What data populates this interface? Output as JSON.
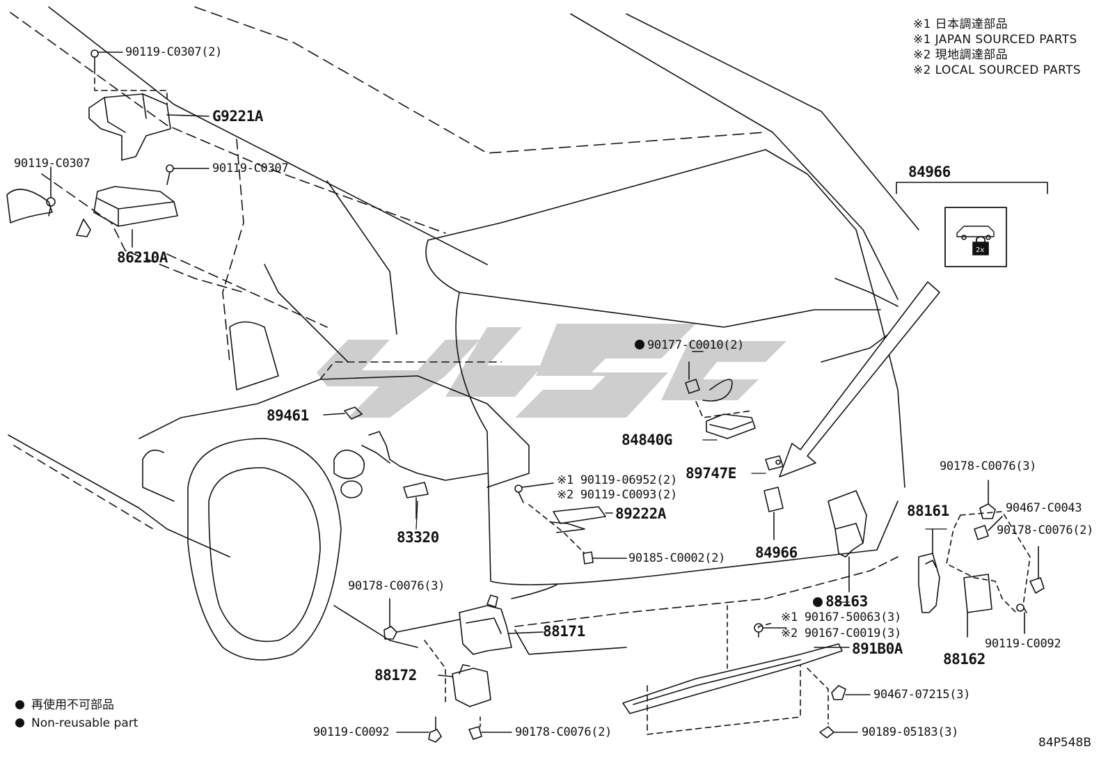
{
  "notes": [
    "※1 日本調達部品",
    "※1 JAPAN SOURCED PARTS",
    "※2 現地調達部品",
    "※2 LOCAL SOURCED PARTS"
  ],
  "legend": {
    "jp": "再使用不可部品",
    "en": "Non-reusable part"
  },
  "diagram_code": "84P548B",
  "icons": {
    "feature_symbol": "vehicle-lock-2x-icon",
    "watermark": "logo-watermark"
  },
  "labels": {
    "p_90119_C0307_2": "90119-C0307(2)",
    "p_G9221A": "G9221A",
    "p_90119_C0307_left": "90119-C0307",
    "p_90119_C0307_right": "90119-C0307",
    "p_86210A": "86210A",
    "p_84966_top": "84966",
    "p_90177_C0010_2": "90177-C0010(2)",
    "p_89461": "89461",
    "p_84840G": "84840G",
    "p_89747E": "89747E",
    "p_90119_06952": "※1 90119-06952(2)",
    "p_90119_C0093": "※2 90119-C0093(2)",
    "p_89222A": "89222A",
    "p_83320": "83320",
    "p_90185_C0002": "90185-C0002(2)",
    "p_84966_bottom": "84966",
    "p_90178_C0076_3_right": "90178-C0076(3)",
    "p_90467_C0043": "90467-C0043",
    "p_90178_C0076_2_right": "90178-C0076(2)",
    "p_88161": "88161",
    "p_88163": "88163",
    "p_90178_C0076_3_left": "90178-C0076(3)",
    "p_88171": "88171",
    "p_90167_50063": "※1 90167-50063(3)",
    "p_90167_C0019": "※2 90167-C0019(3)",
    "p_891B0A": "891B0A",
    "p_88162": "88162",
    "p_90119_C0092_right": "90119-C0092",
    "p_88172": "88172",
    "p_90467_07215": "90467-07215(3)",
    "p_90189_05183": "90189-05183(3)",
    "p_90119_C0092_left": "90119-C0092",
    "p_90178_C0076_2_left": "90178-C0076(2)"
  }
}
